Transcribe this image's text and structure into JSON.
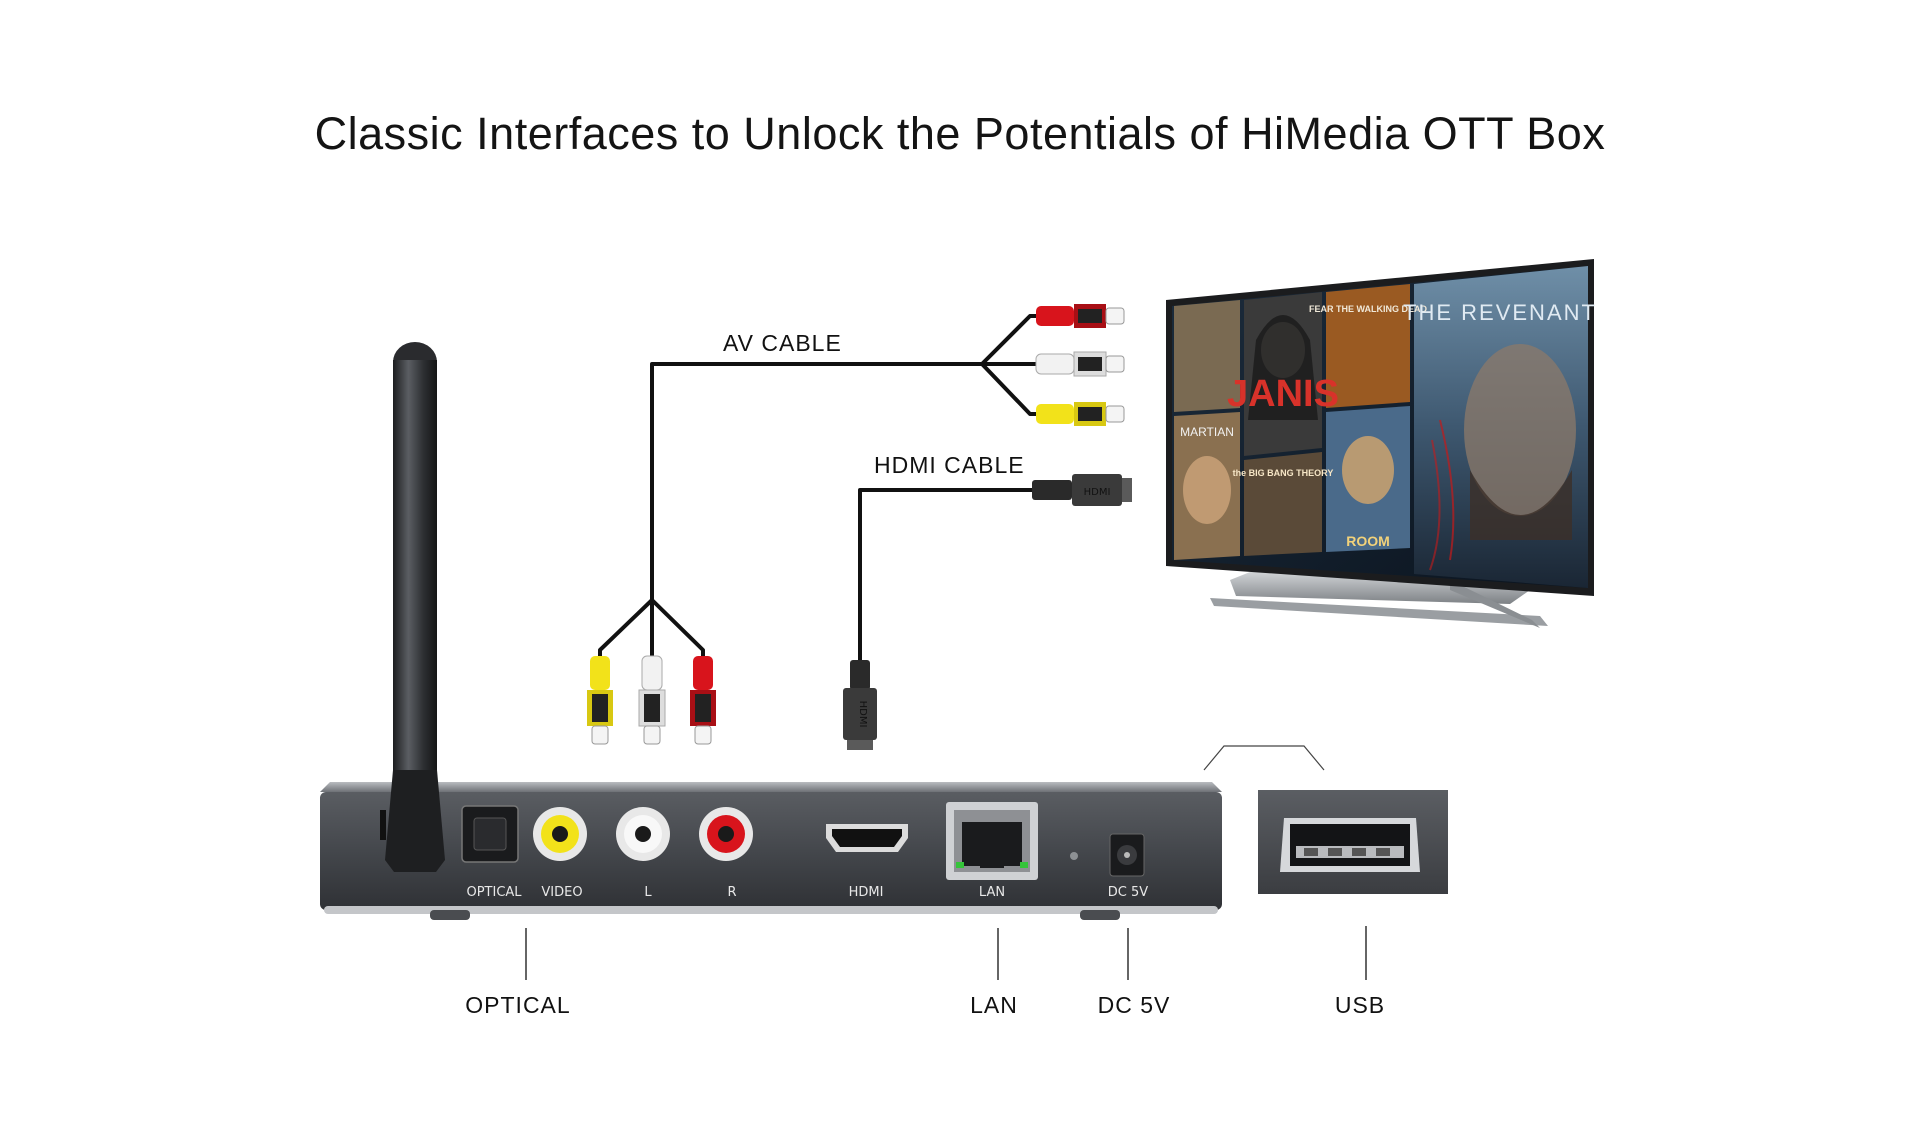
{
  "title": "Classic Interfaces to Unlock the Potentials of HiMedia OTT Box",
  "cables": {
    "av_cable": "AV CABLE",
    "hdmi_cable": "HDMI CABLE",
    "hdmi_plug_text": "HDMI"
  },
  "box_ports": {
    "optical": "OPTICAL",
    "video": "VIDEO",
    "left": "L",
    "right": "R",
    "hdmi": "HDMI",
    "lan": "LAN",
    "dc": "DC 5V"
  },
  "callouts": {
    "optical": "OPTICAL",
    "lan": "LAN",
    "dc": "DC 5V",
    "usb": "USB"
  },
  "tv_posters": {
    "janis": "JANIS",
    "fear": "FEAR THE WALKING DEAD",
    "revenant": "THE REVENANT",
    "martian": "MARTIAN",
    "bbt": "the BIG BANG THEORY",
    "room": "ROOM"
  },
  "colors": {
    "rca_red": "#d8141c",
    "rca_white": "#f2f2f2",
    "rca_yellow": "#f2e21a",
    "box_body": "#4a4d52",
    "cable": "#111111"
  }
}
